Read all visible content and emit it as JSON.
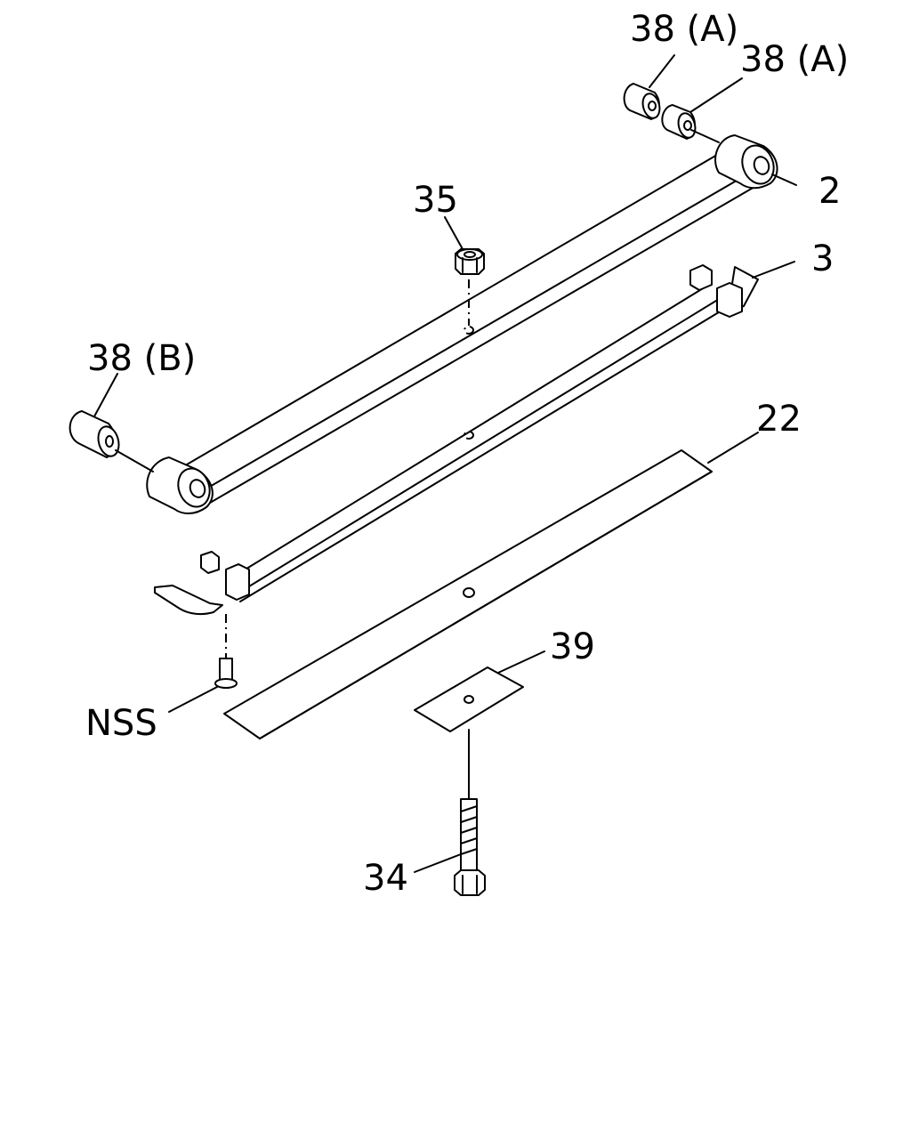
{
  "callouts": {
    "bushing_a_1": "38 (A)",
    "bushing_a_2": "38 (A)",
    "main_leaf": "2",
    "second_leaf": "3",
    "nut": "35",
    "bushing_b": "38 (B)",
    "third_leaf": "22",
    "spacer_plate": "39",
    "center_bolt": "34",
    "clip_rivet": "NSS"
  }
}
